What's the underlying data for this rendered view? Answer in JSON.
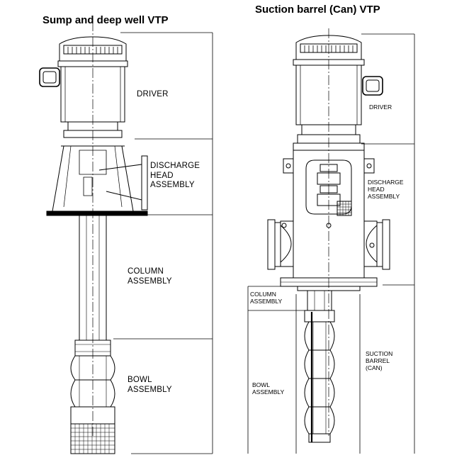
{
  "left_diagram": {
    "title": "Sump and deep well VTP",
    "labels": {
      "driver": [
        "DRIVER"
      ],
      "discharge_head": [
        "DISCHARGE",
        "HEAD",
        "ASSEMBLY"
      ],
      "column": [
        "COLUMN",
        "ASSEMBLY"
      ],
      "bowl": [
        "BOWL",
        "ASSEMBLY"
      ]
    }
  },
  "right_diagram": {
    "title": "Suction barrel (Can) VTP",
    "labels": {
      "driver": [
        "DRIVER"
      ],
      "discharge_head": [
        "DISCHARGE",
        "HEAD",
        "ASSEMBLY"
      ],
      "column": [
        "COLUMN",
        "ASSEMBLY"
      ],
      "bowl": [
        "BOWL",
        "ASSEMBLY"
      ],
      "suction_barrel": [
        "SUCTION",
        "BARREL",
        "(CAN)"
      ]
    }
  },
  "colors": {
    "line": "#000000",
    "background": "#ffffff"
  }
}
